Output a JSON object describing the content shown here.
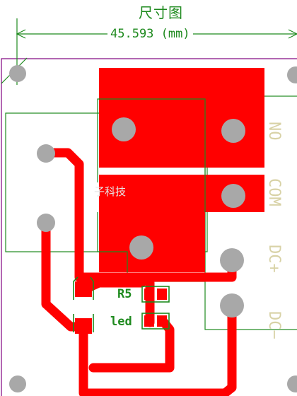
{
  "header": {
    "title": "尺寸图",
    "dimension": "45.593 (mm)"
  },
  "pins": {
    "no": "NO",
    "com": "COM",
    "dc_plus": "DC+",
    "dc_minus": "DC−"
  },
  "components": {
    "r5": "R5",
    "led": "led"
  },
  "watermark": "子科技",
  "colors": {
    "copper": "#ff0000",
    "silkscreen": "#1e8a1e",
    "board_outline": "#800080",
    "hole": "#a8a8a8",
    "pin_text": "#d8d2a6"
  }
}
